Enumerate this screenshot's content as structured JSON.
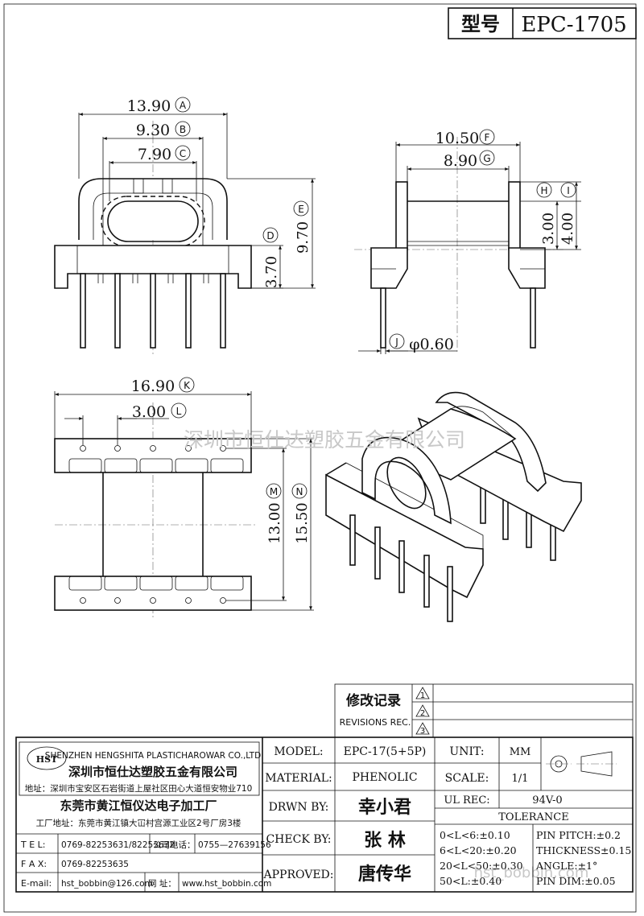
{
  "title_block": {
    "model_label": "型号",
    "model_value": "EPC-1705"
  },
  "dimensions": {
    "A": "13.90",
    "B": "9.30",
    "C": "7.90",
    "D": "3.70",
    "E": "9.70",
    "F": "10.50",
    "G": "8.90",
    "H": "3.00",
    "I": "4.00",
    "J": "φ0.60",
    "K": "16.90",
    "L": "3.00",
    "M": "13.00",
    "N": "15.50"
  },
  "markers": {
    "A": "A",
    "B": "B",
    "C": "C",
    "D": "D",
    "E": "E",
    "F": "F",
    "G": "G",
    "H": "H",
    "I": "I",
    "J": "J",
    "K": "K",
    "L": "L",
    "M": "M",
    "N": "N"
  },
  "watermark": "深圳市恒仕达塑胶五金有限公司",
  "watermark2": "hst_bobbin.com",
  "revisions": {
    "label_cn": "修改记录",
    "label_en": "REVISIONS REC.",
    "rows": [
      "1",
      "2",
      "3"
    ]
  },
  "company": {
    "logo": "HST",
    "name_en": "SHENZHEN HENGSHITA PLASTICHAROWAR CO.,LTD",
    "name_cn": "深圳市恒仕达塑胶五金有限公司",
    "address": "地址：深圳市宝安区石岩街道上屋社区田心大道恒安物业710",
    "factory_name": "东莞市黄江恒仪达电子加工厂",
    "factory_address": "工厂地址：东莞市黄江镇大冚村宫源工业区2号厂房3楼",
    "tel_label": "T E L:",
    "tel_value": "0769-82253631/82253632",
    "phone_label": "公司电话：",
    "phone_value": "0755—27639156",
    "fax_label": "F A X:",
    "fax_value": "0769-82253635",
    "email_label": "E-mail:",
    "email_value": "hst_bobbin@126.com",
    "web_label": "网  址：",
    "web_value": "www.hst_bobbin.com"
  },
  "spec": {
    "model_label": "MODEL:",
    "model_value": "EPC-17(5+5P)",
    "material_label": "MATERIAL:",
    "material_value": "PHENOLIC",
    "drwn_label": "DRWN BY:",
    "drwn_value": "幸小君",
    "check_label": "CHECK BY:",
    "check_value": "张  林",
    "approved_label": "APPROVED:",
    "approved_value": "唐传华",
    "unit_label": "UNIT:",
    "unit_value": "MM",
    "scale_label": "SCALE:",
    "scale_value": "1/1",
    "ul_label": "UL REC:",
    "ul_value": "94V-0",
    "tolerance_label": "TOLERANCE",
    "tol_1": "0<L<6:±0.10",
    "tol_2": "6<L<20:±0.20",
    "tol_3": "20<L<50:±0.30",
    "tol_4": "50<L:±0.40",
    "pin_pitch": "PIN PITCH:±0.2",
    "thickness": "THICKNESS±0.15",
    "angle": "ANGLE:±1°",
    "pin_dim": "PIN DIM:±0.05"
  }
}
